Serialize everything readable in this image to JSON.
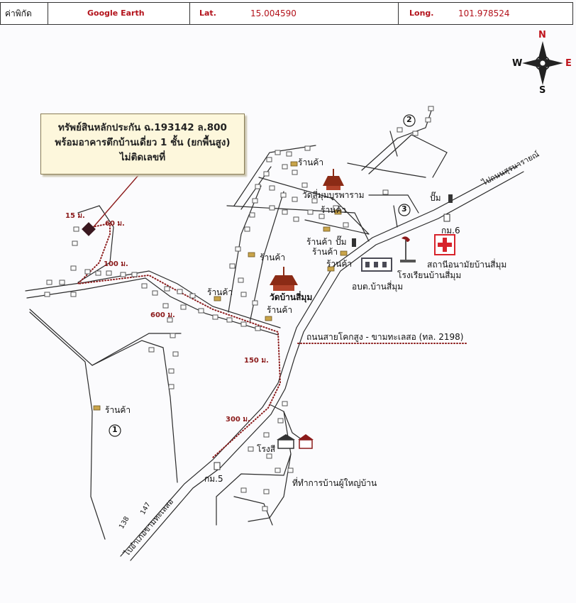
{
  "header": {
    "coord_label": "ค่าพิกัด",
    "source": "Google Earth",
    "lat_label": "Lat.",
    "lat_value": "15.004590",
    "long_label": "Long.",
    "long_value": "101.978524"
  },
  "compass": {
    "n": "N",
    "e": "E",
    "s": "S",
    "w": "W"
  },
  "callout": {
    "line1": "ทรัพย์สินหลักประกัน ฉ.193142 ล.800",
    "line2": "พร้อมอาคารตึกบ้านเดี่ยว 1 ชั้น (ยกพื้นสูง)",
    "line3": "ไม่ติดเลขที่"
  },
  "distances": {
    "d15": "15 ม.",
    "d60": "60 ม.",
    "d100": "100 ม.",
    "d600": "600 ม.",
    "d150": "150 ม.",
    "d300": "300 ม."
  },
  "places": {
    "shop1": "ร้านค้า",
    "shop2": "ร้านค้า",
    "shop3": "ร้านค้า",
    "shop4": "ร้านค้า",
    "shop5": "ร้านค้า",
    "shop6": "ร้านค้า",
    "shop7": "ร้านค้า",
    "shop8": "ร้านค้า",
    "shop9": "ร้านค้า",
    "temple1": "วัดสี่มุมบูรพาราม",
    "temple2": "วัดบ้านสี่มุม",
    "gas1": "ปั๊ม",
    "gas2": "ปั๊ม",
    "km6": "กม.6",
    "km5": "กม.5",
    "health": "สถานีอนามัยบ้านสี่มุม",
    "school": "โรงเรียนบ้านสี่มุม",
    "sao": "อบต.บ้านสี่มุม",
    "mill": "โรงสี",
    "headman": "ที่ทำการบ้านผู้ใหญ่บ้าน",
    "road_name": "ถนนสายโคกสูง - ขามทะเลสอ (ทล. 2198)",
    "to_suranarai": "ไปถนนสุรนารายณ์",
    "to_khamthalaeso": "ไปอำเภอขามทะเลสอ"
  },
  "markers": {
    "m1": "1",
    "m2": "2",
    "m3": "3"
  },
  "km_posts": {
    "k138": "138",
    "k147": "147"
  },
  "colors": {
    "route": "#8b1a1a",
    "health_cross": "#d7232b",
    "temple": "#8b2b16",
    "building": "#4a4a55"
  }
}
